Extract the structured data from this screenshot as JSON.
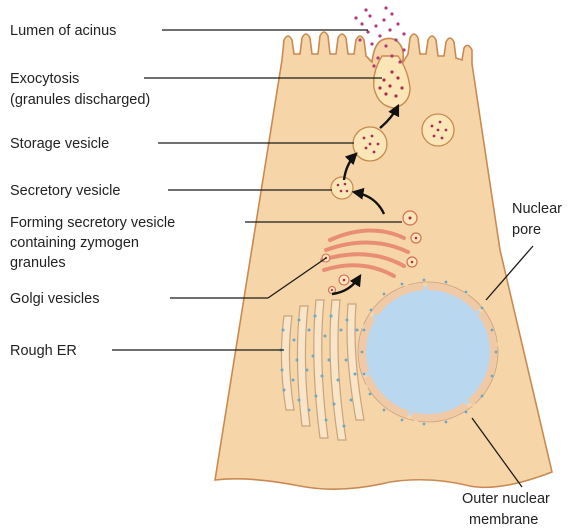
{
  "labels": {
    "lumen": "Lumen of acinus",
    "exocytosis_1": "Exocytosis",
    "exocytosis_2": "(granules discharged)",
    "storage": "Storage vesicle",
    "secretory": "Secretory vesicle",
    "forming_1": "Forming secretory vesicle",
    "forming_2": "containing zymogen",
    "forming_3": "granules",
    "golgi": "Golgi vesicles",
    "rough_er": "Rough ER",
    "nuclear_pore_1": "Nuclear",
    "nuclear_pore_2": "pore",
    "outer_membrane_1": "Outer nuclear",
    "outer_membrane_2": "membrane"
  },
  "colors": {
    "cytoplasm": "#f6d6a8",
    "cell_outline": "#c98a52",
    "nucleus": "#b9d8ef",
    "nuclear_envelope": "#f0c9a6",
    "ribosome": "#6fa8c4",
    "granule": "#b02a50",
    "vesicle_fill": "#fbe6b8",
    "golgi": "#e98e76"
  }
}
